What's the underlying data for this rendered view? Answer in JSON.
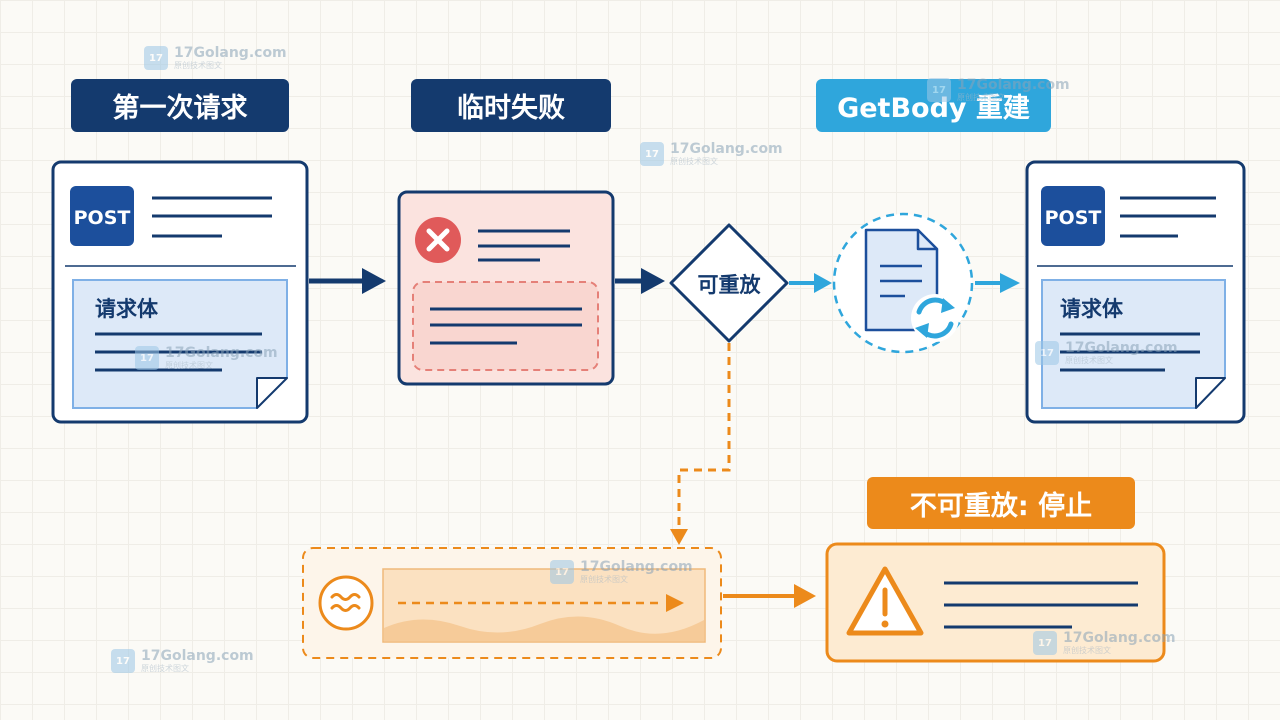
{
  "labels": {
    "step1": "第一次请求",
    "step2": "临时失败",
    "step3": "GetBody 重建",
    "stop": "不可重放: 停止"
  },
  "request_card": {
    "method": "POST",
    "body_label": "请求体"
  },
  "rebuilt_card": {
    "method": "POST",
    "body_label": "请求体"
  },
  "decision": {
    "text": "可重放"
  },
  "watermark": {
    "site": "17Golang.com",
    "subtitle": "原创技术图文"
  },
  "colors": {
    "navy": "#143a6e",
    "blue": "#2fa6dc",
    "orange": "#ec8a1b",
    "error_red": "#e05a5a"
  },
  "icons": [
    "error-x-icon",
    "document-refresh-icon",
    "stream-waves-icon",
    "warning-icon"
  ]
}
